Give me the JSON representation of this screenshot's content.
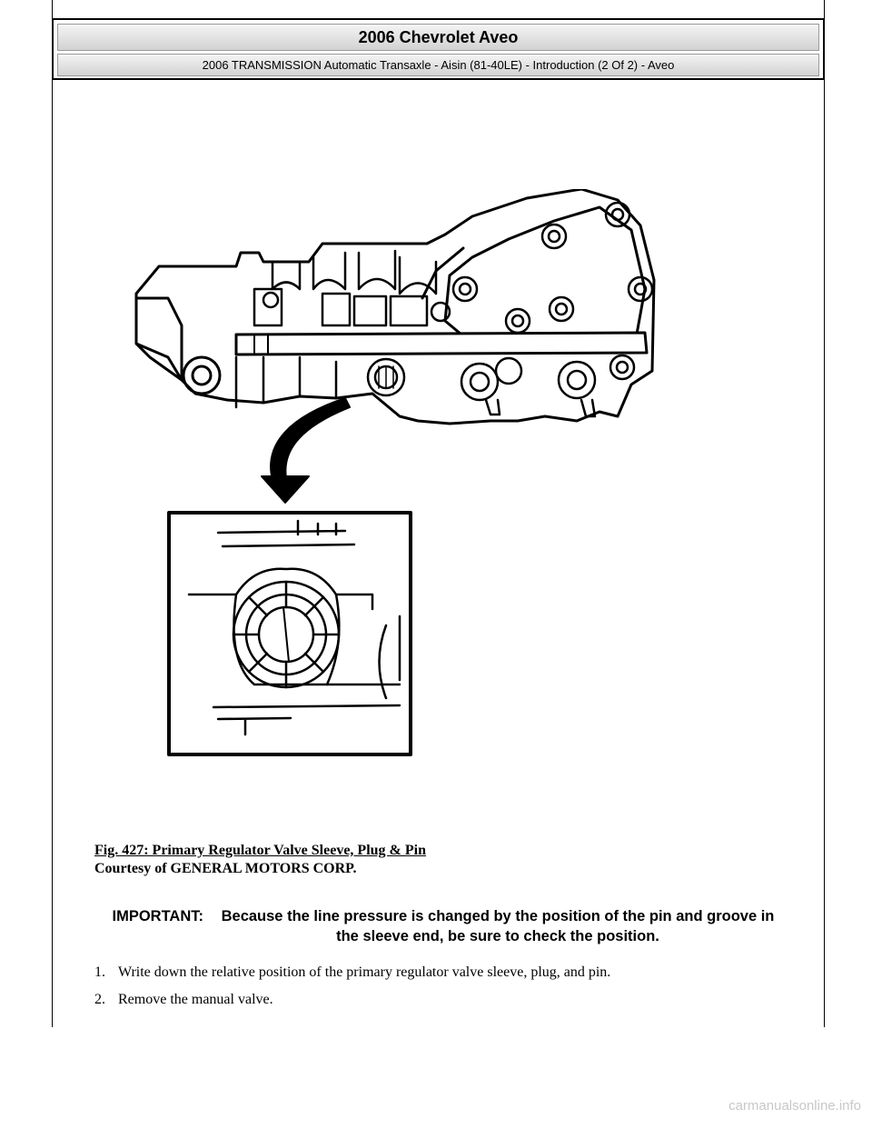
{
  "header": {
    "title": "2006 Chevrolet Aveo",
    "subtitle": "2006 TRANSMISSION Automatic Transaxle - Aisin (81-40LE) - Introduction (2 Of 2) - Aveo"
  },
  "figure": {
    "caption": "Fig. 427: Primary Regulator Valve Sleeve, Plug & Pin",
    "credit": "Courtesy of GENERAL MOTORS CORP."
  },
  "important": {
    "label": "IMPORTANT:",
    "text": "Because the line pressure is changed by the position of the pin and groove in the sleeve end, be sure to check the position."
  },
  "steps": [
    {
      "number": "1.",
      "text": "Write down the relative position of the primary regulator valve sleeve, plug, and pin."
    },
    {
      "number": "2.",
      "text": "Remove the manual valve."
    }
  ],
  "footer": {
    "watermark": "carmanualsonline.info"
  }
}
